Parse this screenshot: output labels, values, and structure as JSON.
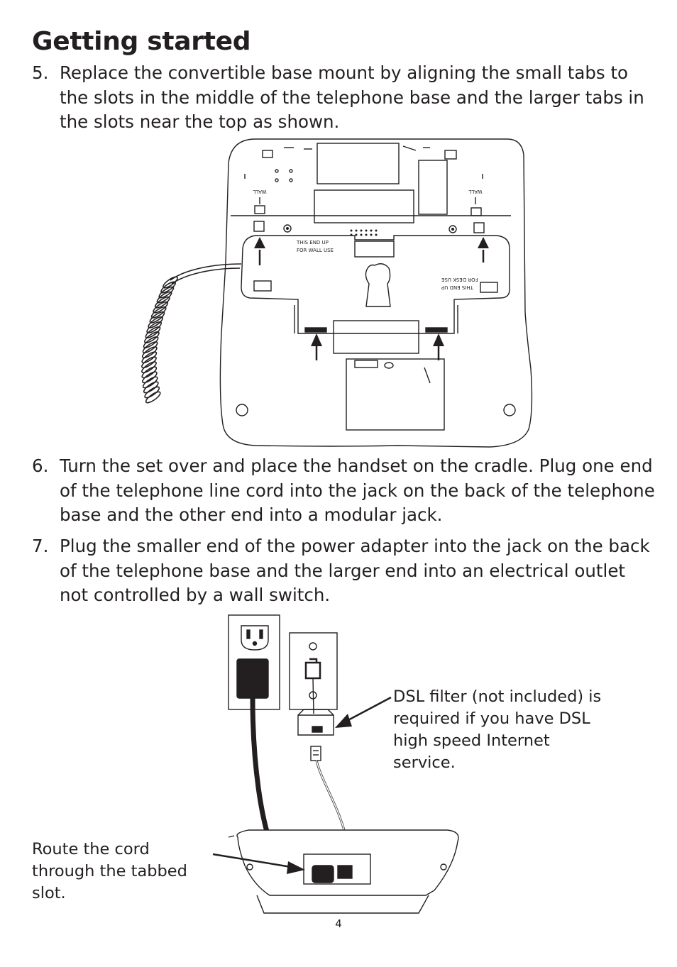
{
  "page": {
    "title": "Getting started",
    "page_number": "4"
  },
  "steps": [
    {
      "number": "5.",
      "text": "Replace the convertible base mount by aligning the small tabs to the slots in the middle of the telephone base and the larger tabs in the slots near the top as shown."
    },
    {
      "number": "6.",
      "text": "Turn the set over and place the handset on the cradle. Plug one end of the telephone line cord into the jack on the back of the telephone base and the other end into a modular jack."
    },
    {
      "number": "7.",
      "text": "Plug the smaller end of the power adapter into the jack on the back of the telephone base and the larger end into an electrical outlet not controlled by a wall switch."
    }
  ],
  "figure1": {
    "wall_label": "WALL",
    "mount_top_line1": "THIS END UP",
    "mount_top_line2": "FOR WALL USE",
    "mount_bottom_line1": "THIS END UP",
    "mount_bottom_line2": "FOR DESK USE"
  },
  "figure2": {
    "dsl_callout": "DSL filter (not included) is required if you have DSL high speed Internet service.",
    "cord_callout": "Route the cord through the tabbed slot."
  }
}
